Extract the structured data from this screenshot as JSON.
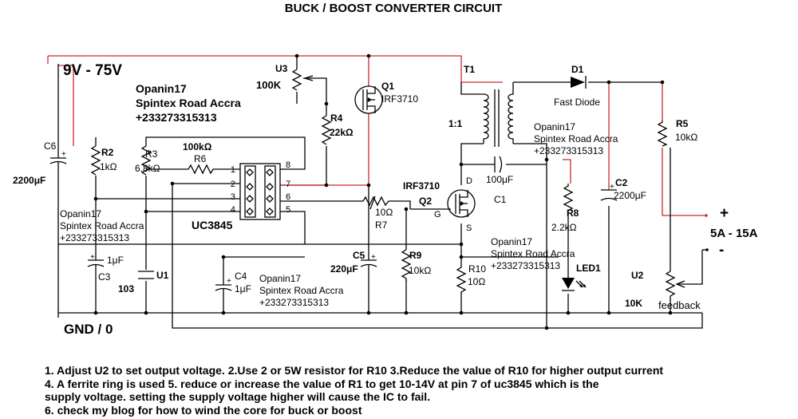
{
  "title": "BUCK / BOOST CONVERTER CIRCUIT",
  "supply_label": "9V - 75V",
  "gnd_label": "GND / 0",
  "output": {
    "plus": "+",
    "minus": "-",
    "current": "5A - 15A"
  },
  "credit": {
    "name": "Opanin17",
    "place": "Spintex Road Accra",
    "phone": "+233273315313"
  },
  "components": {
    "u3": "U3",
    "u3_val": "100K",
    "q1": "Q1",
    "q1_part": "IRF3710",
    "r4": "R4",
    "r4_val": "22kΩ",
    "t1": "T1",
    "ratio": "1:1",
    "d1": "D1",
    "d1_type": "Fast Diode",
    "r5": "R5",
    "r5_val": "10kΩ",
    "c6": "C6",
    "c6_val": "2200μF",
    "r2": "R2",
    "r2_val": "1kΩ",
    "r3": "R3",
    "r3_val": "6.8kΩ",
    "r6": "R6",
    "r6_val": "100kΩ",
    "ic": "UC3845",
    "pins": [
      "1",
      "2",
      "3",
      "4",
      "5",
      "6",
      "7",
      "8"
    ],
    "q2_part": "IRF3710",
    "q2": "Q2",
    "pin_g": "G",
    "pin_d": "D",
    "pin_s": "S",
    "r7": "R7",
    "r7_val": "10Ω",
    "c1": "C1",
    "c1_val": "100μF",
    "r8": "R8",
    "r8_val": "2.2kΩ",
    "c2": "C2",
    "c2_val": "2200μF",
    "c3": "C3",
    "c3_val": "1μF",
    "u1": "U1",
    "u1_val": "103",
    "c4": "C4",
    "c4_val": "1μF",
    "c5": "C5",
    "c5_val": "220μF",
    "r9": "R9",
    "r9_val": "10kΩ",
    "r10": "R10",
    "r10_val": "10Ω",
    "led1": "LED1",
    "u2": "U2",
    "u2_val": "10K",
    "feedback": "feedback",
    "polarity": "+"
  },
  "notes": [
    "1. Adjust U2 to set output voltage.  2.Use 2 or 5W resistor for R10  3.Reduce the value of R10 for higher output current",
    "4. A ferrite ring is used  5. reduce or increase the value of R1 to get 10-14V at pin 7 of uc3845 which is the",
    "supply voltage. setting the supply voltage higher will cause the IC to fail.",
    "6. check my blog for how to wind the core for buck or boost"
  ]
}
